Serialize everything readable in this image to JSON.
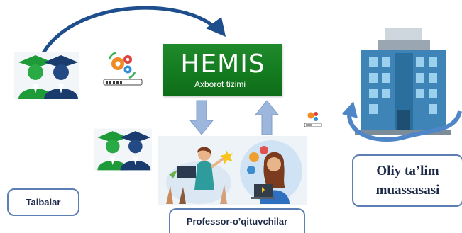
{
  "hemis": {
    "title": "HEMIS",
    "subtitle": "Axborot tizimi",
    "color": "#137a1f"
  },
  "labels": {
    "students": "Talbalar",
    "professors": "Professor-o’qituvchilar",
    "institution_line1": "Oliy ta’lim",
    "institution_line2": "muassasasi"
  },
  "colors": {
    "arrow": "#1f4e8c",
    "label_border": "#5b7fb5",
    "flow_arrow": "#9db6dc"
  },
  "icons": [
    "graduates-icon",
    "gears-loading-icon",
    "building-icon",
    "teacher-illustration-icon",
    "online-teacher-illustration-icon"
  ]
}
